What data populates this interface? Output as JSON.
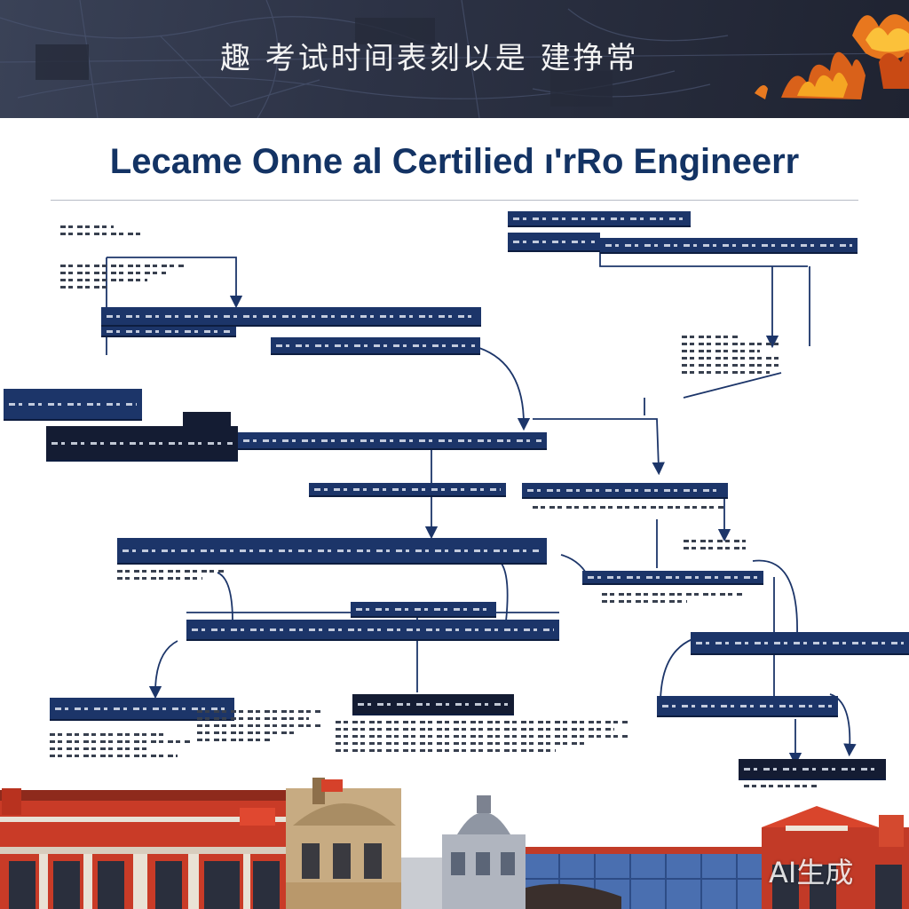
{
  "banner": {
    "title": "趣   考试时间表刻以是 建挣常"
  },
  "headline": "Lecame Onne al Certilied ı'rRo Engineerr",
  "watermark": "AI生成",
  "colors": {
    "navy": "#1c3569",
    "headline": "#133364",
    "banner": "#2d3346",
    "fire": "#f08a1c",
    "brick": "#d9452c"
  },
  "icons": {
    "fire": "fire-icon",
    "arrow": "arrow-down-icon"
  }
}
